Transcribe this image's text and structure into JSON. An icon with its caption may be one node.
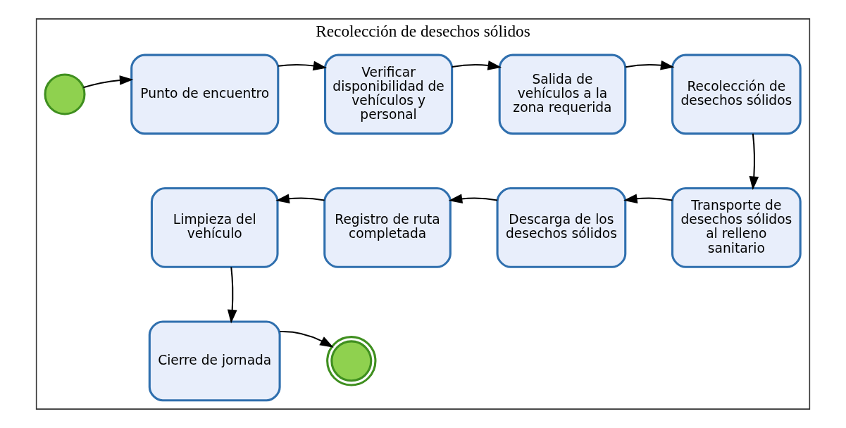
{
  "diagram": {
    "nodes": [
      {
        "text": [
          "Recolección de desechos sólidos"
        ]
      },
      {
        "text": [],
        "shape": "circle",
        "in": 0
      },
      {
        "text": [
          "Punto de encuentro"
        ],
        "in": 0
      },
      {
        "text": [
          "Verificar disponibilidad de vehículos y personal"
        ],
        "in": 0
      },
      {
        "text": [
          "Salida de vehículos a la zona requerida"
        ],
        "in": 0
      },
      {
        "text": [
          "Recolección de desechos sólidos"
        ],
        "in": 0
      },
      {
        "text": [
          "Transporte de desechos sólidos al relleno sanitario"
        ],
        "in": 0
      },
      {
        "text": [
          "Descarga de los desechos sólidos"
        ],
        "in": 0
      },
      {
        "text": [
          "Registro de ruta completada"
        ],
        "in": 0
      },
      {
        "text": [
          "Limpieza del vehículo"
        ],
        "in": 0
      },
      {
        "text": [
          "Cierre de jornada"
        ],
        "in": 0
      },
      {
        "text": [],
        "shape": "circle",
        "in": 0
      }
    ],
    "edges": [
      {
        "from": 1,
        "to": 2,
        "arrow": "to"
      },
      {
        "from": 2,
        "to": 3,
        "arrow": "to"
      },
      {
        "from": 3,
        "to": 4,
        "arrow": "to"
      },
      {
        "from": 4,
        "to": 5,
        "arrow": "to"
      },
      {
        "from": 5,
        "to": 6,
        "arrow": "to"
      },
      {
        "from": 6,
        "to": 7,
        "arrow": "to"
      },
      {
        "from": 7,
        "to": 8,
        "arrow": "to"
      },
      {
        "from": 8,
        "to": 9,
        "arrow": "to"
      },
      {
        "from": 9,
        "to": 10,
        "arrow": "to"
      },
      {
        "from": 10,
        "to": 11,
        "arrow": "to"
      }
    ]
  }
}
